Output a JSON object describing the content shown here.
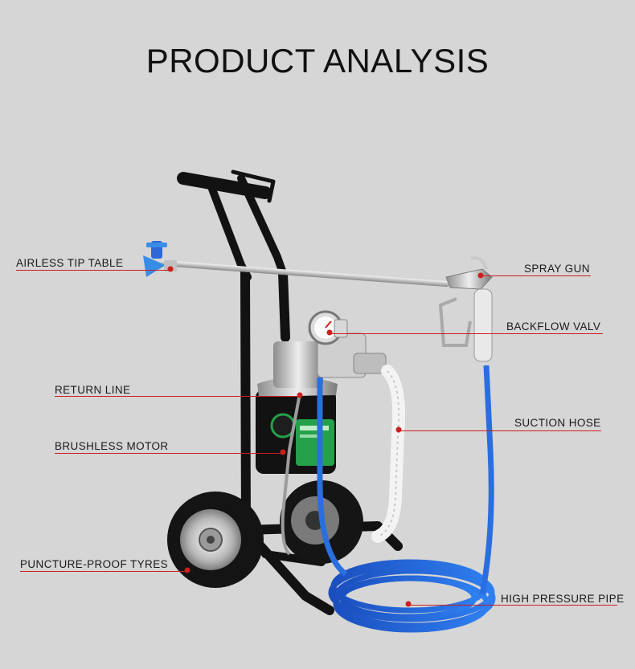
{
  "title": "PRODUCT ANALYSIS",
  "accent_color": "#cc1f1f",
  "callouts": {
    "airless_tip_table": "AIRLESS TIP TABLE",
    "spray_gun": "SPRAY GUN",
    "backflow_valv": "BACKFLOW VALV",
    "return_line": "RETURN LINE",
    "suction_hose": "SUCTION HOSE",
    "brushless_motor": "BRUSHLESS MOTOR",
    "puncture_proof_tyres": "PUNCTURE-PROOF TYRES",
    "high_pressure_pipe": "HIGH PRESSURE PIPE"
  }
}
